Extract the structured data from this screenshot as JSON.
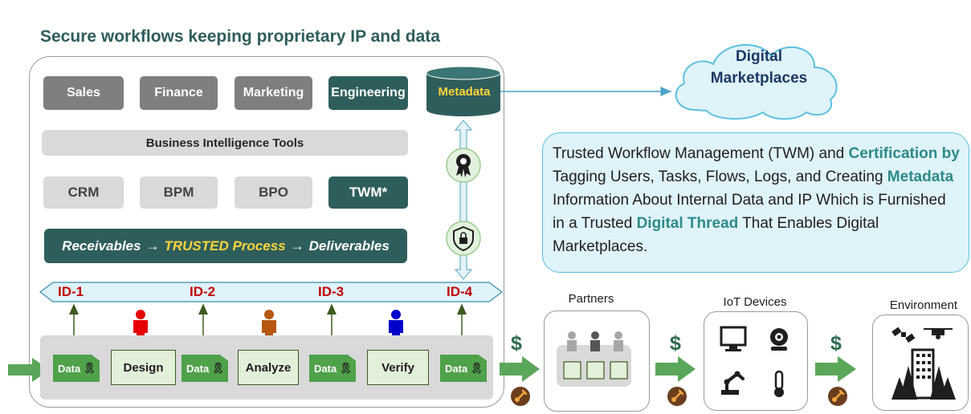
{
  "title": "Secure workflows keeping proprietary IP and data",
  "departments": [
    {
      "label": "Sales"
    },
    {
      "label": "Finance"
    },
    {
      "label": "Marketing"
    },
    {
      "label": "Engineering"
    }
  ],
  "bi_tools": "Business Intelligence Tools",
  "tools": [
    {
      "label": "CRM"
    },
    {
      "label": "BPM"
    },
    {
      "label": "BPO"
    },
    {
      "label": "TWM*"
    }
  ],
  "process": {
    "receivables": "Receivables",
    "trusted": "TRUSTED Process",
    "deliverables": "Deliverables",
    "arrow": "→"
  },
  "metadata": "Metadata",
  "ids": [
    "ID-1",
    "ID-2",
    "ID-3",
    "ID-4"
  ],
  "steps": [
    "Design",
    "Analyze",
    "Verify"
  ],
  "data_label": "Data",
  "cloud": {
    "line1": "Digital",
    "line2": "Marketplaces"
  },
  "callout": {
    "p1": "Trusted Workflow Management (TWM) and",
    "em1": "Certification by",
    "p2": " Tagging Users, Tasks, Flows, Logs, and Creating ",
    "em2": "Metadata",
    "p3": " Information About Internal Data and IP Which is Furnished in a Trusted ",
    "em3": "Digital Thread",
    "p4": " That Enables Digital Marketplaces."
  },
  "chain": {
    "partners": "Partners",
    "iot": "IoT Devices",
    "environment": "Environment",
    "dollar": "$"
  },
  "colors": {
    "teal": "#2e5e5c",
    "gray_box": "#7f7f7f",
    "light_gray": "#d9d9d9",
    "id_red": "#c00000",
    "data_green": "#4fa14a",
    "highlight_yellow": "#ffd43b",
    "cloud_fill": "#dff3fb",
    "cloud_border": "#5bc0de"
  },
  "icons": [
    "certificate-ribbon-icon",
    "padlock-shield-icon",
    "ribbon-badge-icon",
    "person-icon",
    "monitor-icon",
    "webcam-icon",
    "robot-arm-icon",
    "thermometer-icon",
    "satellite-icon",
    "drone-icon",
    "city-trees-icon",
    "guitar-pick-coin-icon"
  ]
}
